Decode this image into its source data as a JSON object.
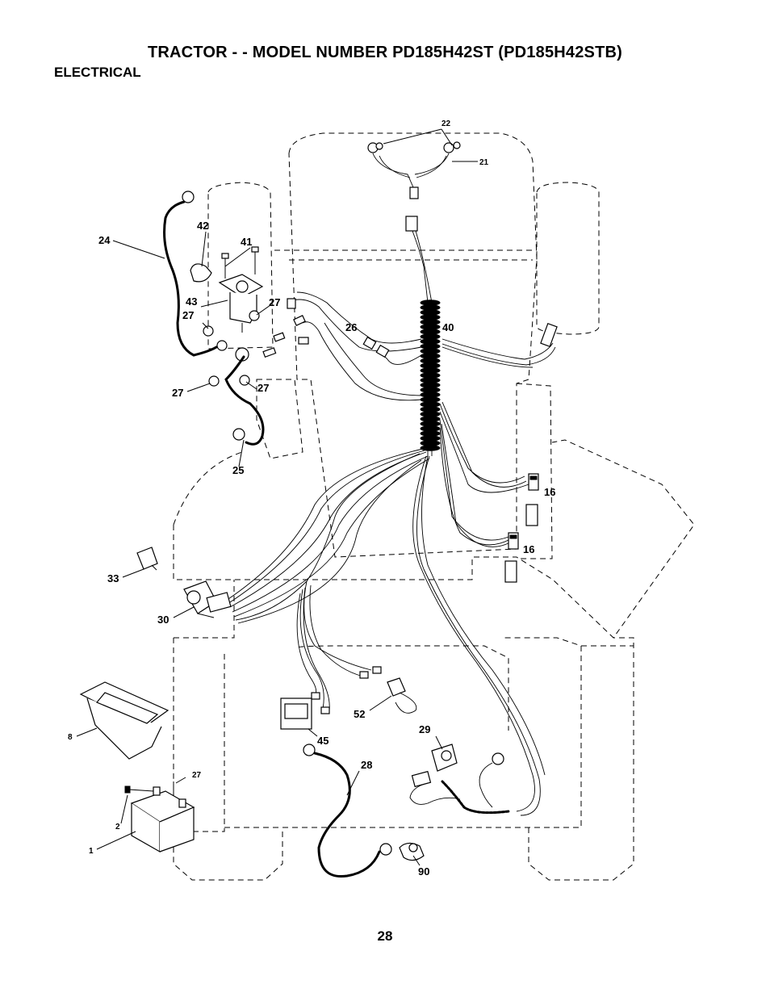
{
  "header": {
    "title": "TRACTOR - - MODEL NUMBER PD185H42ST (PD185H42STB)",
    "subtitle": "ELECTRICAL"
  },
  "footer": {
    "page_number": "28"
  },
  "callouts": {
    "c22": "22",
    "c21": "21",
    "c24": "24",
    "c42": "42",
    "c41": "41",
    "c43": "43",
    "c27a": "27",
    "c27b": "27",
    "c27c": "27",
    "c27d": "27",
    "c27e": "27",
    "c26": "26",
    "c40": "40",
    "c25": "25",
    "c16a": "16",
    "c16b": "16",
    "c33": "33",
    "c30": "30",
    "c52": "52",
    "c45": "45",
    "c29": "29",
    "c28": "28",
    "c8": "8",
    "c2": "2",
    "c1": "1",
    "c90": "90"
  }
}
